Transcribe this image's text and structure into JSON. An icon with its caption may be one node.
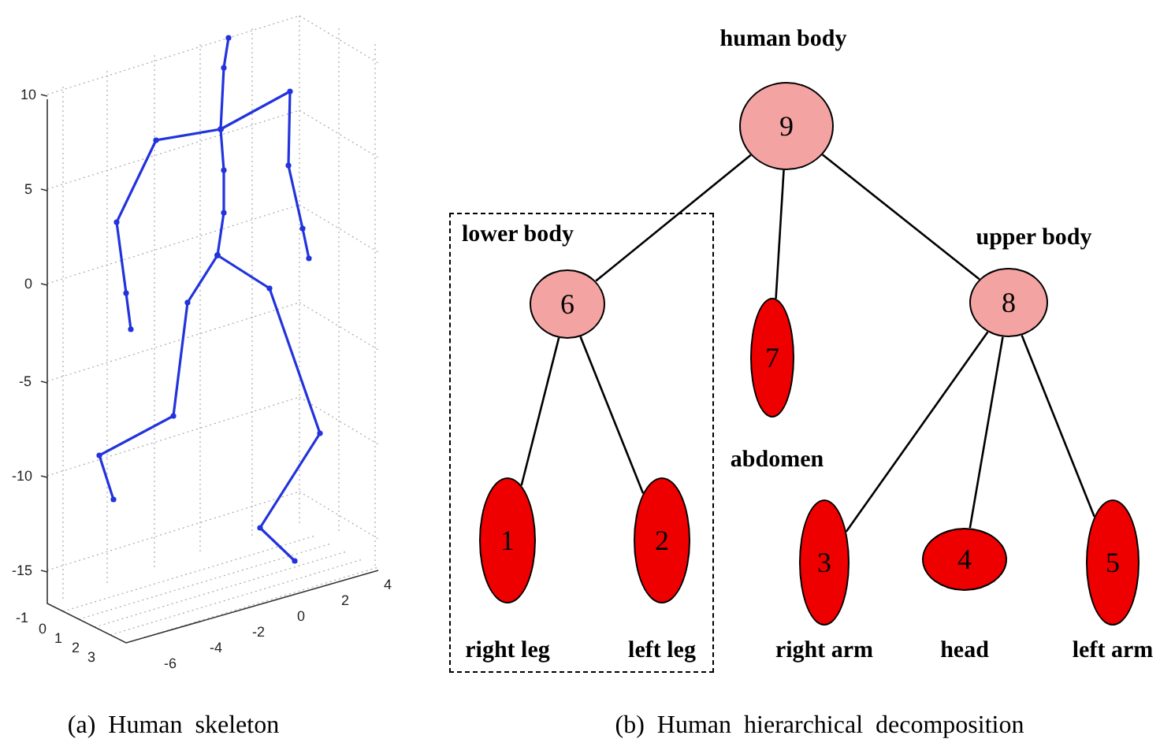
{
  "diagram": {
    "nodes": [
      {
        "text": [
          "9"
        ],
        "beside": [
          "human body"
        ]
      },
      {
        "text": [
          "lower body"
        ]
      },
      {
        "text": [
          "6"
        ],
        "in": 1
      },
      {
        "text": [
          "7"
        ],
        "beside": [
          "abdomen"
        ]
      },
      {
        "text": [
          "8"
        ],
        "beside": [
          "upper body"
        ]
      },
      {
        "text": [
          "1"
        ],
        "in": 1,
        "beside": [
          "right leg"
        ]
      },
      {
        "text": [
          "2"
        ],
        "in": 1,
        "beside": [
          "left leg"
        ]
      },
      {
        "text": [
          "3"
        ],
        "beside": [
          "right arm"
        ]
      },
      {
        "text": [
          "4"
        ],
        "beside": [
          "head"
        ]
      },
      {
        "text": [
          "5"
        ],
        "beside": [
          "left arm"
        ]
      }
    ],
    "edges": [
      {
        "from": 0,
        "to": 2,
        "arrow": "none"
      },
      {
        "from": 0,
        "to": 3,
        "arrow": "none"
      },
      {
        "from": 0,
        "to": 4,
        "arrow": "none"
      },
      {
        "from": 2,
        "to": 5,
        "arrow": "none"
      },
      {
        "from": 2,
        "to": 6,
        "arrow": "none"
      },
      {
        "from": 4,
        "to": 7,
        "arrow": "none"
      },
      {
        "from": 4,
        "to": 8,
        "arrow": "none"
      },
      {
        "from": 4,
        "to": 9,
        "arrow": "none"
      }
    ],
    "labels": [
      "10",
      "5",
      "0",
      "-5",
      "-10",
      "-15",
      "-1",
      "0",
      "1",
      "2",
      "3",
      "-6",
      "-4",
      "-2",
      "0",
      "2",
      "4",
      "(a) Human skeleton",
      "(b) Human hierarchical decomposition"
    ]
  }
}
